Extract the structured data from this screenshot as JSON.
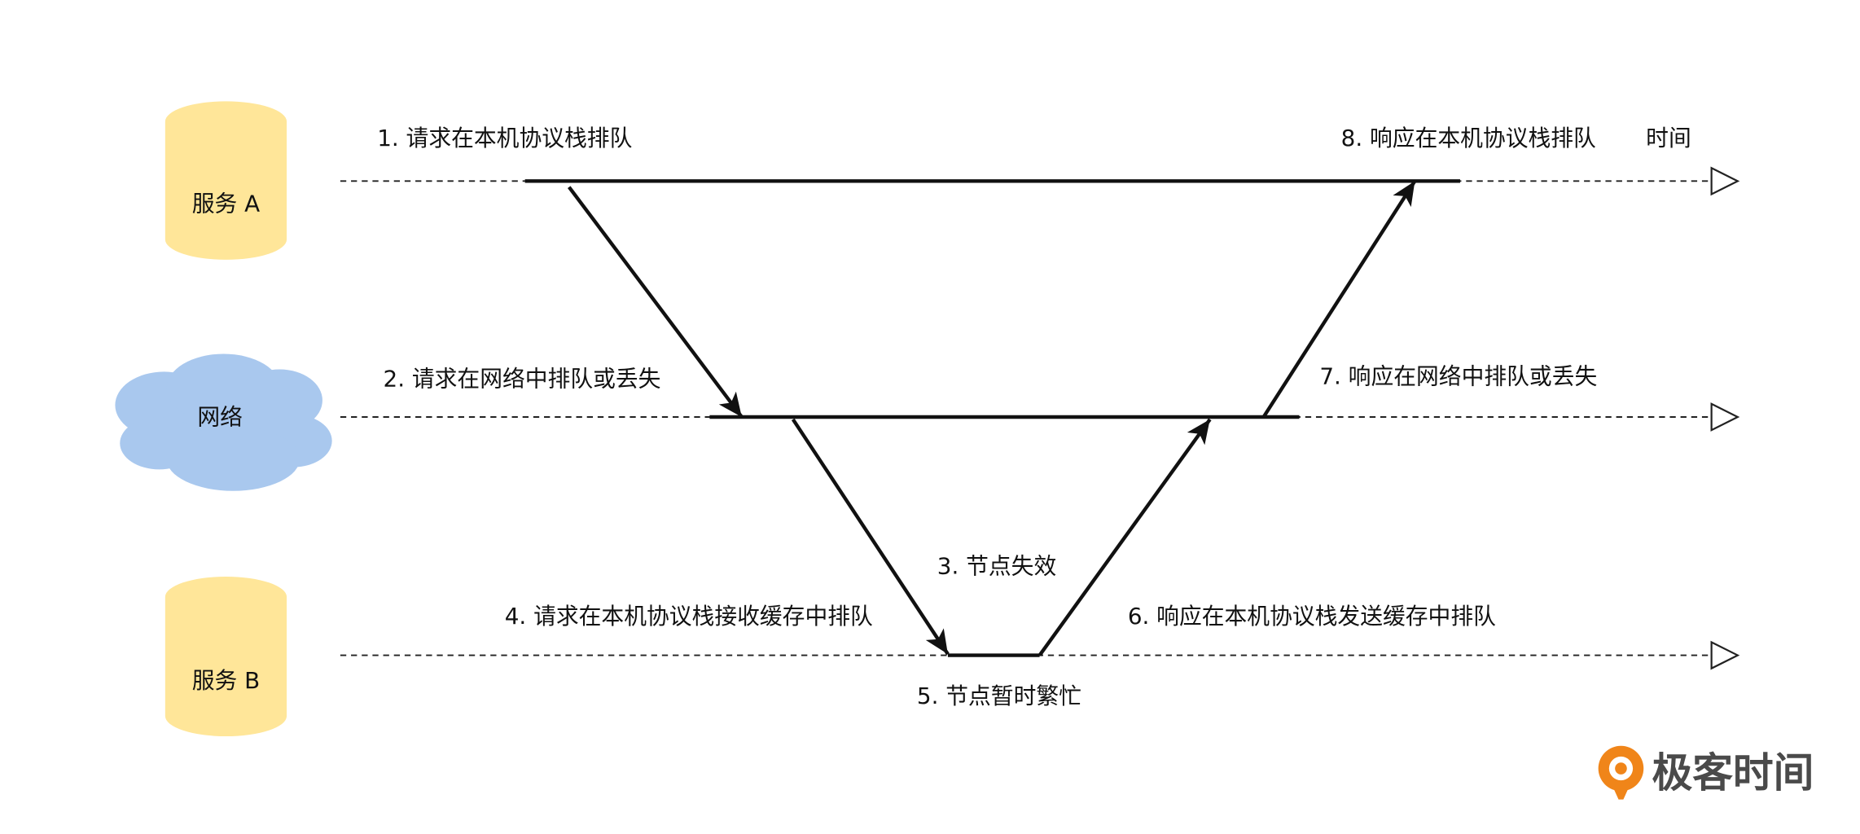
{
  "nodes": {
    "service_a": "服务 A",
    "network": "网络",
    "service_b": "服务 B"
  },
  "time_axis_label": "时间",
  "steps": [
    "1. 请求在本机协议栈排队",
    "2. 请求在网络中排队或丢失",
    "3. 节点失效",
    "4. 请求在本机协议栈接收缓存中排队",
    "5. 节点暂时繁忙",
    "6. 响应在本机协议栈发送缓存中排队",
    "7. 响应在网络中排队或丢失",
    "8. 响应在本机协议栈排队"
  ],
  "logo": {
    "text": "极客时间"
  },
  "colors": {
    "service_node": "#FFE699",
    "network_node": "#A9C8EE",
    "logo_accent": "#F08519"
  }
}
